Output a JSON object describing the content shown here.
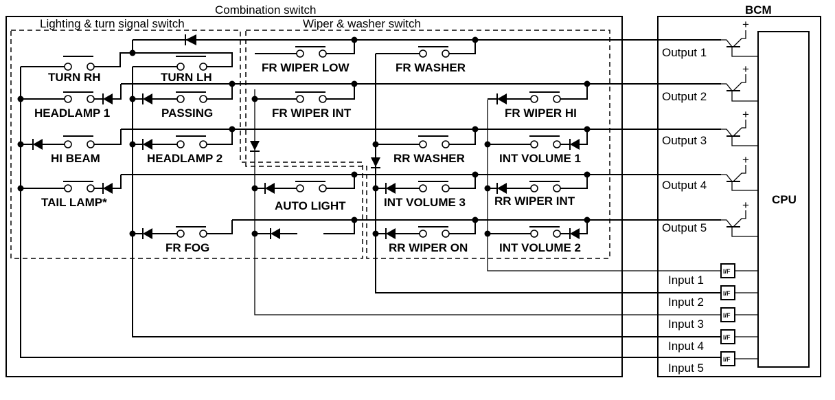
{
  "titles": {
    "combination_switch": "Combination switch",
    "lighting_group": "Lighting & turn signal switch",
    "wiper_group": "Wiper & washer switch",
    "bcm": "BCM",
    "cpu": "CPU"
  },
  "switches": [
    {
      "id": "turn-rh",
      "label": "TURN RH"
    },
    {
      "id": "turn-lh",
      "label": "TURN LH"
    },
    {
      "id": "headlamp-1",
      "label": "HEADLAMP 1"
    },
    {
      "id": "passing",
      "label": "PASSING"
    },
    {
      "id": "hi-beam",
      "label": "HI BEAM"
    },
    {
      "id": "headlamp-2",
      "label": "HEADLAMP 2"
    },
    {
      "id": "tail-lamp",
      "label": "TAIL LAMP*"
    },
    {
      "id": "fr-fog",
      "label": "FR FOG"
    },
    {
      "id": "fr-wiper-low",
      "label": "FR WIPER LOW"
    },
    {
      "id": "fr-washer",
      "label": "FR WASHER"
    },
    {
      "id": "fr-wiper-int",
      "label": "FR WIPER INT"
    },
    {
      "id": "fr-wiper-hi",
      "label": "FR WIPER HI"
    },
    {
      "id": "rr-washer",
      "label": "RR WASHER"
    },
    {
      "id": "int-volume-1",
      "label": "INT VOLUME 1"
    },
    {
      "id": "auto-light",
      "label": "AUTO LIGHT"
    },
    {
      "id": "int-volume-3",
      "label": "INT VOLUME 3"
    },
    {
      "id": "rr-wiper-int",
      "label": "RR WIPER INT"
    },
    {
      "id": "rr-wiper-on",
      "label": "RR WIPER ON"
    },
    {
      "id": "int-volume-2",
      "label": "INT VOLUME 2"
    }
  ],
  "outputs": [
    "Output 1",
    "Output 2",
    "Output 3",
    "Output 4",
    "Output 5"
  ],
  "inputs": [
    "Input 1",
    "Input 2",
    "Input 3",
    "Input 4",
    "Input 5"
  ],
  "interface_label": "I/F",
  "plus_sign": "+"
}
